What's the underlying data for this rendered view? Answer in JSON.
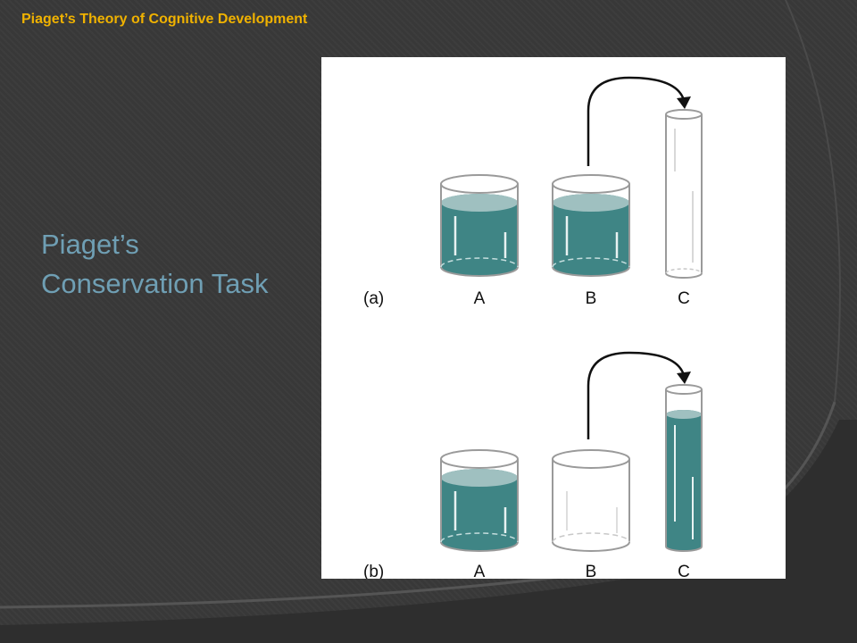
{
  "slide": {
    "header_title": "Piaget’s Theory of Cognitive Development",
    "heading_line1": "Piaget’s",
    "heading_line2": "Conservation Task"
  },
  "figure": {
    "panel_a": {
      "panel_label": "(a)",
      "containers": [
        {
          "label": "A",
          "contents": "liquid"
        },
        {
          "label": "B",
          "contents": "liquid"
        },
        {
          "label": "C",
          "contents": "empty"
        }
      ]
    },
    "panel_b": {
      "panel_label": "(b)",
      "containers": [
        {
          "label": "A",
          "contents": "liquid"
        },
        {
          "label": "B",
          "contents": "empty"
        },
        {
          "label": "C",
          "contents": "liquid"
        }
      ]
    },
    "colors": {
      "liquid": "#3f8585",
      "liquid_top": "#9fc0c0",
      "glass_outline": "#9a9a9a",
      "arrow": "#111111"
    }
  },
  "theme": {
    "background": "#383838",
    "header_color": "#f0b200",
    "heading_color": "#6f9fb4"
  }
}
